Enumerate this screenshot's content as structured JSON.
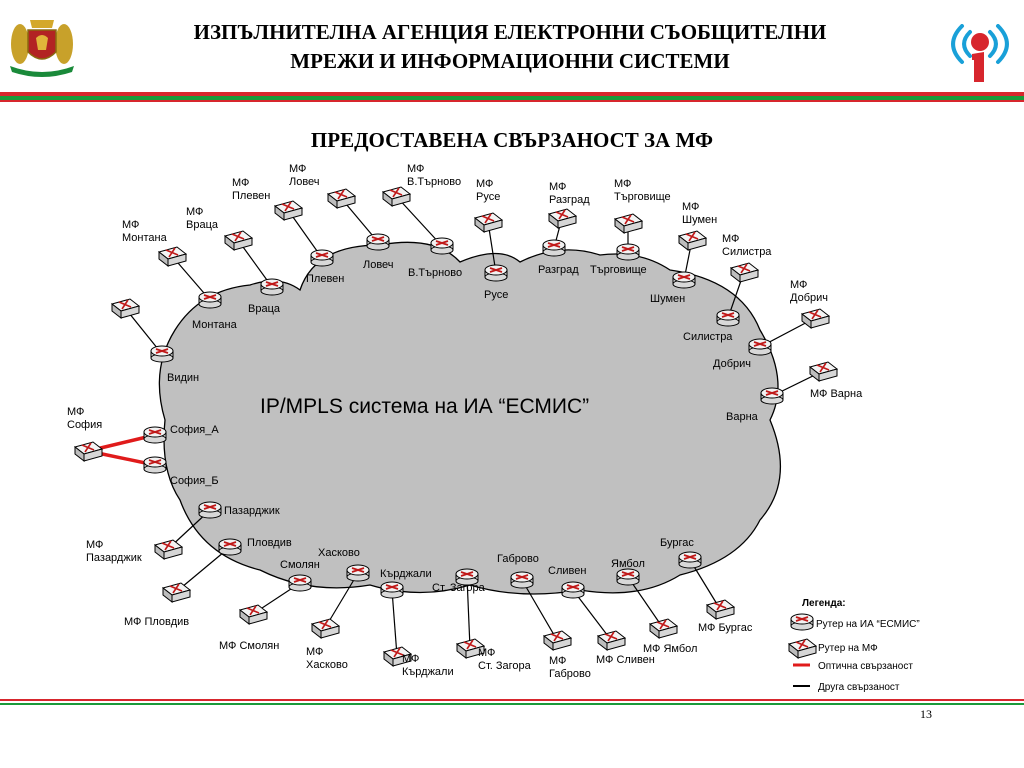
{
  "header": {
    "line1": "ИЗПЪЛНИТЕЛНА АГЕНЦИЯ ЕЛЕКТРОННИ СЪОБЩИТЕЛНИ",
    "line2": "МРЕЖИ И ИНФОРМАЦИОННИ СИСТЕМИ"
  },
  "slide_title": "ПРЕДОСТАВЕНА СВЪРЗАНОСТ ЗА МФ",
  "cloud_label": "IP/MPLS система на ИА “ЕСМИС”",
  "page_number": "13",
  "colors": {
    "stripe_red": "#d7262d",
    "stripe_green": "#1a9a3a",
    "cloud_fill": "#c0c0c0",
    "optical_link": "#e01b1b"
  },
  "routers": [
    {
      "id": "vidin",
      "label": "Видин"
    },
    {
      "id": "montana",
      "label": "Монтана"
    },
    {
      "id": "vratsa",
      "label": "Враца"
    },
    {
      "id": "pleven",
      "label": "Плевен"
    },
    {
      "id": "lovech",
      "label": "Ловеч"
    },
    {
      "id": "vtarnovo",
      "label": "В.Търново"
    },
    {
      "id": "ruse",
      "label": "Русе"
    },
    {
      "id": "razgrad",
      "label": "Разград"
    },
    {
      "id": "targovishte",
      "label": "Търговище"
    },
    {
      "id": "shumen",
      "label": "Шумен"
    },
    {
      "id": "silistra",
      "label": "Силистра"
    },
    {
      "id": "dobrich",
      "label": "Добрич"
    },
    {
      "id": "varna",
      "label": "Варна"
    },
    {
      "id": "sofia_a",
      "label": "София_А"
    },
    {
      "id": "sofia_b",
      "label": "София_Б"
    },
    {
      "id": "pazardzhik",
      "label": "Пазарджик"
    },
    {
      "id": "plovdiv",
      "label": "Пловдив"
    },
    {
      "id": "smolyan",
      "label": "Смолян"
    },
    {
      "id": "haskovo",
      "label": "Хасково"
    },
    {
      "id": "kardzhali",
      "label": "Кърджали"
    },
    {
      "id": "stzagora",
      "label": "Ст. Загора"
    },
    {
      "id": "gabrovo",
      "label": "Габрово"
    },
    {
      "id": "sliven",
      "label": "Сливен"
    },
    {
      "id": "yambol",
      "label": "Ямбол"
    },
    {
      "id": "burgas",
      "label": "Бургас"
    }
  ],
  "mf_nodes": [
    {
      "id": "mf_montana",
      "lines": [
        "МФ",
        "Монтана"
      ]
    },
    {
      "id": "mf_vratsa",
      "lines": [
        "МФ",
        "Враца"
      ]
    },
    {
      "id": "mf_pleven",
      "lines": [
        "МФ",
        "Плевен"
      ]
    },
    {
      "id": "mf_lovech",
      "lines": [
        "МФ",
        "Ловеч"
      ]
    },
    {
      "id": "mf_vtarnovo",
      "lines": [
        "МФ",
        "В.Търново"
      ]
    },
    {
      "id": "mf_ruse",
      "lines": [
        "МФ",
        "Русе"
      ]
    },
    {
      "id": "mf_razgrad",
      "lines": [
        "МФ",
        "Разград"
      ]
    },
    {
      "id": "mf_targovishte",
      "lines": [
        "МФ",
        "Търговище"
      ]
    },
    {
      "id": "mf_shumen",
      "lines": [
        "МФ",
        "Шумен"
      ]
    },
    {
      "id": "mf_silistra",
      "lines": [
        "МФ",
        "Силистра"
      ]
    },
    {
      "id": "mf_dobrich",
      "lines": [
        "МФ",
        "Добрич"
      ]
    },
    {
      "id": "mf_varna",
      "lines": [
        "МФ Варна"
      ]
    },
    {
      "id": "mf_sofia",
      "lines": [
        "МФ",
        "София"
      ]
    },
    {
      "id": "mf_pazardzhik",
      "lines": [
        "МФ",
        "Пазарджик"
      ]
    },
    {
      "id": "mf_plovdiv",
      "lines": [
        "МФ Пловдив"
      ]
    },
    {
      "id": "mf_smolyan",
      "lines": [
        "МФ Смолян"
      ]
    },
    {
      "id": "mf_haskovo",
      "lines": [
        "МФ",
        "Хасково"
      ]
    },
    {
      "id": "mf_kardzhali",
      "lines": [
        "МФ",
        "Кърджали"
      ]
    },
    {
      "id": "mf_stzagora",
      "lines": [
        "МФ",
        "Ст. Загора"
      ]
    },
    {
      "id": "mf_gabrovo",
      "lines": [
        "МФ",
        "Габрово"
      ]
    },
    {
      "id": "mf_sliven",
      "lines": [
        "МФ Сливен"
      ]
    },
    {
      "id": "mf_yambol",
      "lines": [
        "МФ Ямбол"
      ]
    },
    {
      "id": "mf_burgas",
      "lines": [
        "МФ Бургас"
      ]
    }
  ],
  "legend": {
    "title": "Легенда:",
    "router_esmis": "Рутер на ИА “ЕСМИС”",
    "router_mf": "Рутер на МФ",
    "optical": "Оптична свързаност",
    "other": "Друга свързаност"
  }
}
